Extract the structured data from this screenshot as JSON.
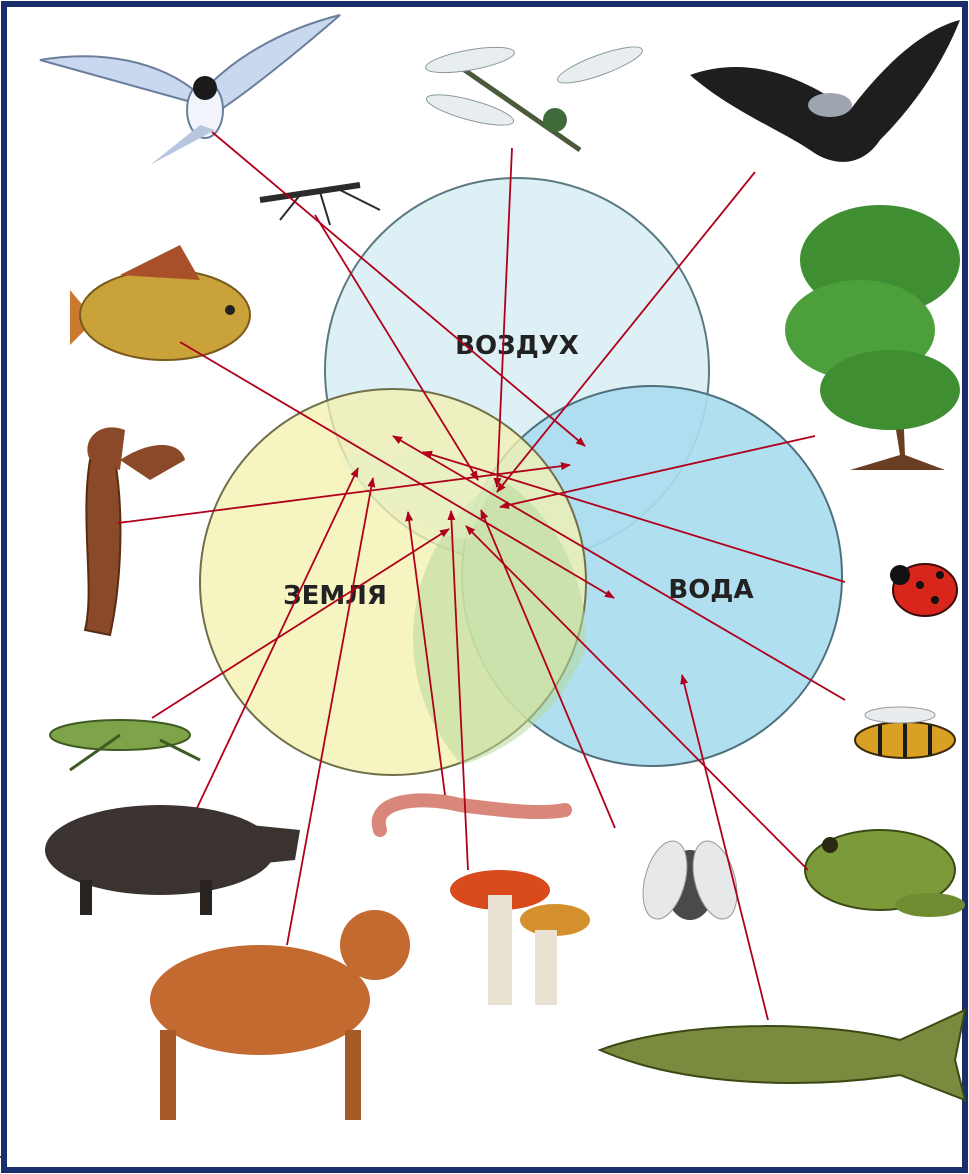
{
  "diagram": {
    "circles": {
      "air": {
        "label": "ВОЗДУХ"
      },
      "land": {
        "label": "ЗЕМЛЯ"
      },
      "water": {
        "label": "ВОДА"
      }
    },
    "organisms": [
      "tern",
      "dragonfly",
      "crow",
      "mosquito",
      "tree",
      "crucian-carp",
      "crayfish",
      "ladybug",
      "grasshopper",
      "wasp",
      "wild-boar",
      "earthworm",
      "fly",
      "frog",
      "mushroom",
      "lynx",
      "pike"
    ],
    "colors": {
      "frame": "#1a2e6b",
      "air_fill": "#dcf0f5",
      "land_fill": "#f4f1b0",
      "water_fill": "#a9dcef",
      "arrow": "#b0001c"
    }
  }
}
